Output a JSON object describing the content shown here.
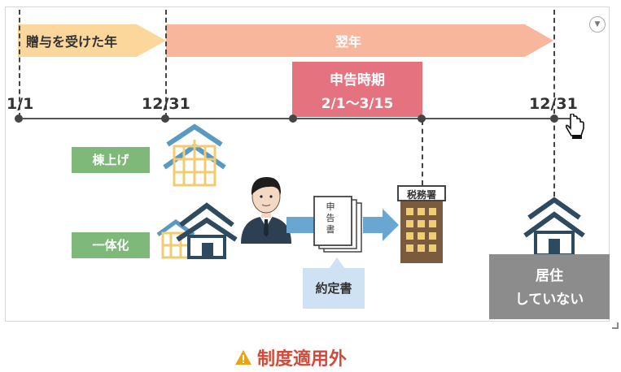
{
  "arrows": {
    "gift_year": "贈与を受けた年",
    "next_year": "翌年"
  },
  "timeline": {
    "jan1": "1/1",
    "dec31_first": "12/31",
    "dec31_second": "12/31"
  },
  "filing_period": {
    "title": "申告時期",
    "range": "2/1〜3/15"
  },
  "labels": {
    "framing": "棟上げ",
    "integration": "一体化",
    "contract": "約定書",
    "tax_office": "税務署",
    "document": "申告書",
    "not_living_line1": "居住",
    "not_living_line2": "していない"
  },
  "warning": {
    "text": "制度適用外",
    "color": "#d24b3a"
  },
  "colors": {
    "arrow_gift": "#fbd79b",
    "arrow_next": "#f8b79c",
    "filing_box": "#e5727f",
    "green_label": "#7fb97a",
    "contract_box": "#cfe2f4",
    "gray_box": "#8c8c8c",
    "house_navy": "#2d4a5e",
    "house_blue": "#5a9ac2",
    "house_yellow": "#f0cc73",
    "blue_arrow": "#6aa6d2"
  },
  "icons": [
    "caret-down-icon",
    "hand-cursor-icon",
    "warning-icon",
    "person-icon",
    "building-icon",
    "document-icon",
    "house-icon"
  ]
}
